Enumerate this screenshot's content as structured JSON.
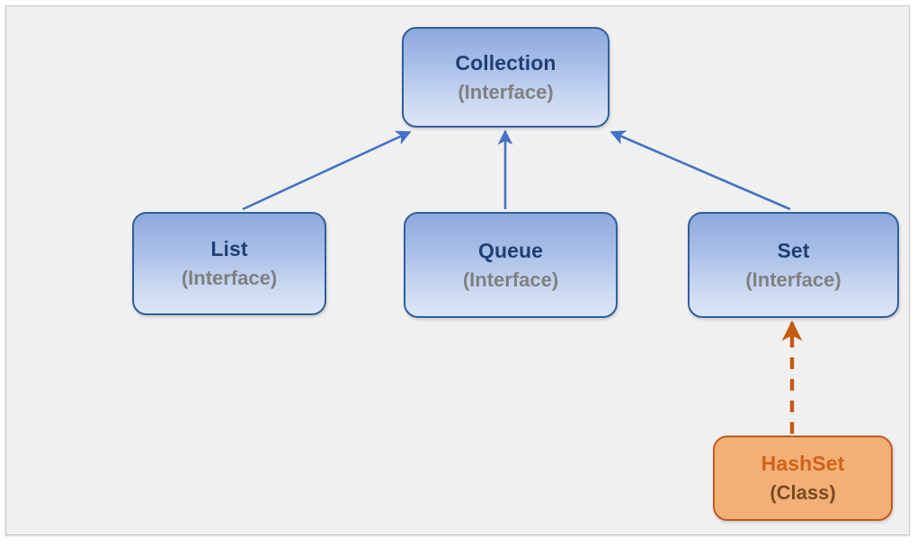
{
  "diagram": {
    "type": "class-hierarchy",
    "canvas": {
      "background": "#f0f0f0",
      "border_color": "#c9c9c9"
    },
    "colors": {
      "interface_fill_top": "#8fa9dd",
      "interface_fill_bottom": "#dde6f7",
      "interface_border": "#2f5f9e",
      "interface_title": "#1f3f73",
      "interface_subtitle": "#808080",
      "class_fill": "#f3b076",
      "class_border": "#c15a1c",
      "class_title": "#d2621a",
      "class_subtitle": "#7a4a22",
      "inheritance_arrow": "#4472c4",
      "implements_arrow": "#c55a11"
    },
    "nodes": [
      {
        "id": "collection",
        "title": "Collection",
        "subtitle": "(Interface)",
        "kind": "interface"
      },
      {
        "id": "list",
        "title": "List",
        "subtitle": "(Interface)",
        "kind": "interface"
      },
      {
        "id": "queue",
        "title": "Queue",
        "subtitle": "(Interface)",
        "kind": "interface"
      },
      {
        "id": "set",
        "title": "Set",
        "subtitle": "(Interface)",
        "kind": "interface"
      },
      {
        "id": "hashset",
        "title": "HashSet",
        "subtitle": "(Class)",
        "kind": "class"
      }
    ],
    "edges": [
      {
        "id": "list-to-collection",
        "from": "list",
        "to": "collection",
        "style": "solid",
        "arrow": "filled",
        "color": "#4472c4"
      },
      {
        "id": "queue-to-collection",
        "from": "queue",
        "to": "collection",
        "style": "solid",
        "arrow": "filled",
        "color": "#4472c4"
      },
      {
        "id": "set-to-collection",
        "from": "set",
        "to": "collection",
        "style": "solid",
        "arrow": "filled",
        "color": "#4472c4"
      },
      {
        "id": "hashset-to-set",
        "from": "hashset",
        "to": "set",
        "style": "dashed",
        "arrow": "filled",
        "color": "#c55a11"
      }
    ]
  }
}
